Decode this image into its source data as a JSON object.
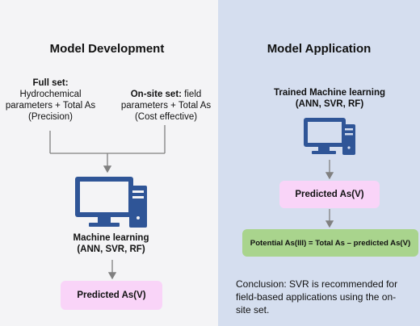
{
  "left": {
    "title": "Model Development",
    "full_set": {
      "heading": "Full set:",
      "line1": "Hydrochemical",
      "line2": "parameters + Total As",
      "line3": "(Precision)"
    },
    "onsite_set": {
      "heading": "On-site set:",
      "line1_rest": " field",
      "line2": "parameters + Total As",
      "line3": "(Cost effective)"
    },
    "ml_label_line1": "Machine learning",
    "ml_label_line2": "(ANN, SVR, RF)",
    "predicted": "Predicted As(V)"
  },
  "right": {
    "title": "Model Application",
    "trained_line1": "Trained Machine learning",
    "trained_line2": "(ANN, SVR, RF)",
    "predicted": "Predicted As(V)",
    "potential": "Potential As(III) = Total As – predicted As(V)",
    "conclusion_line1": "Conclusion: SVR is recommended for",
    "conclusion_line2": "field-based applications using the on-",
    "conclusion_line3": "site set."
  },
  "colors": {
    "left_bg": "#f4f4f6",
    "right_bg": "#d5deef",
    "computer_icon": "#2f5597",
    "predicted_box": "#f9d4f8",
    "potential_box": "#a9d48d",
    "arrow": "#808080"
  },
  "icons": [
    "computer-icon",
    "computer-icon"
  ]
}
